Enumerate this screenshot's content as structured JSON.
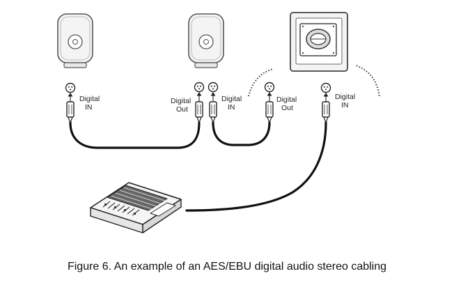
{
  "labels": {
    "spk1_in": [
      "Digital",
      "IN"
    ],
    "spk2_out": [
      "Digital",
      "Out"
    ],
    "spk2_in": [
      "Digital",
      "IN"
    ],
    "sub_out": [
      "Digital",
      "Out"
    ],
    "sub_in": [
      "Digital",
      "IN"
    ]
  },
  "caption": "Figure 6. An example of an AES/EBU digital audio stereo cabling",
  "colors": {
    "line": "#222222",
    "fill": "#f4f4f4"
  }
}
